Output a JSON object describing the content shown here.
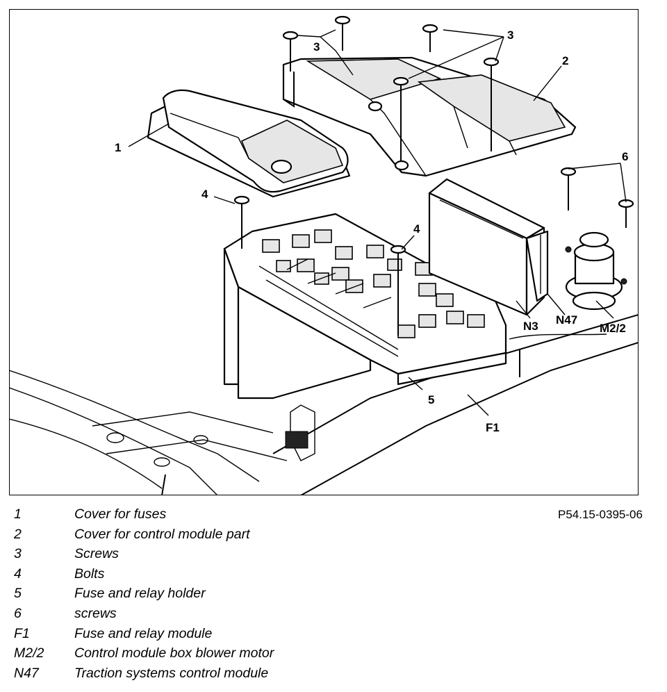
{
  "figure": {
    "reference": "P54.15-0395-06",
    "callouts": {
      "c1": "1",
      "c2": "2",
      "c3a": "3",
      "c3b": "3",
      "c4a": "4",
      "c4b": "4",
      "c5": "5",
      "c6": "6",
      "f1": "F1",
      "n3": "N3",
      "n47": "N47",
      "m22": "M2/2"
    }
  },
  "legend": [
    {
      "key": "1",
      "desc": "Cover for fuses"
    },
    {
      "key": "2",
      "desc": "Cover for control module part"
    },
    {
      "key": "3",
      "desc": "Screws"
    },
    {
      "key": "4",
      "desc": "Bolts"
    },
    {
      "key": "5",
      "desc": "Fuse and relay holder"
    },
    {
      "key": "6",
      "desc": "screws"
    },
    {
      "key": "F1",
      "desc": "Fuse and relay module"
    },
    {
      "key": "M2/2",
      "desc": "Control module box blower motor"
    },
    {
      "key": "N47",
      "desc": "Traction systems control module"
    }
  ]
}
